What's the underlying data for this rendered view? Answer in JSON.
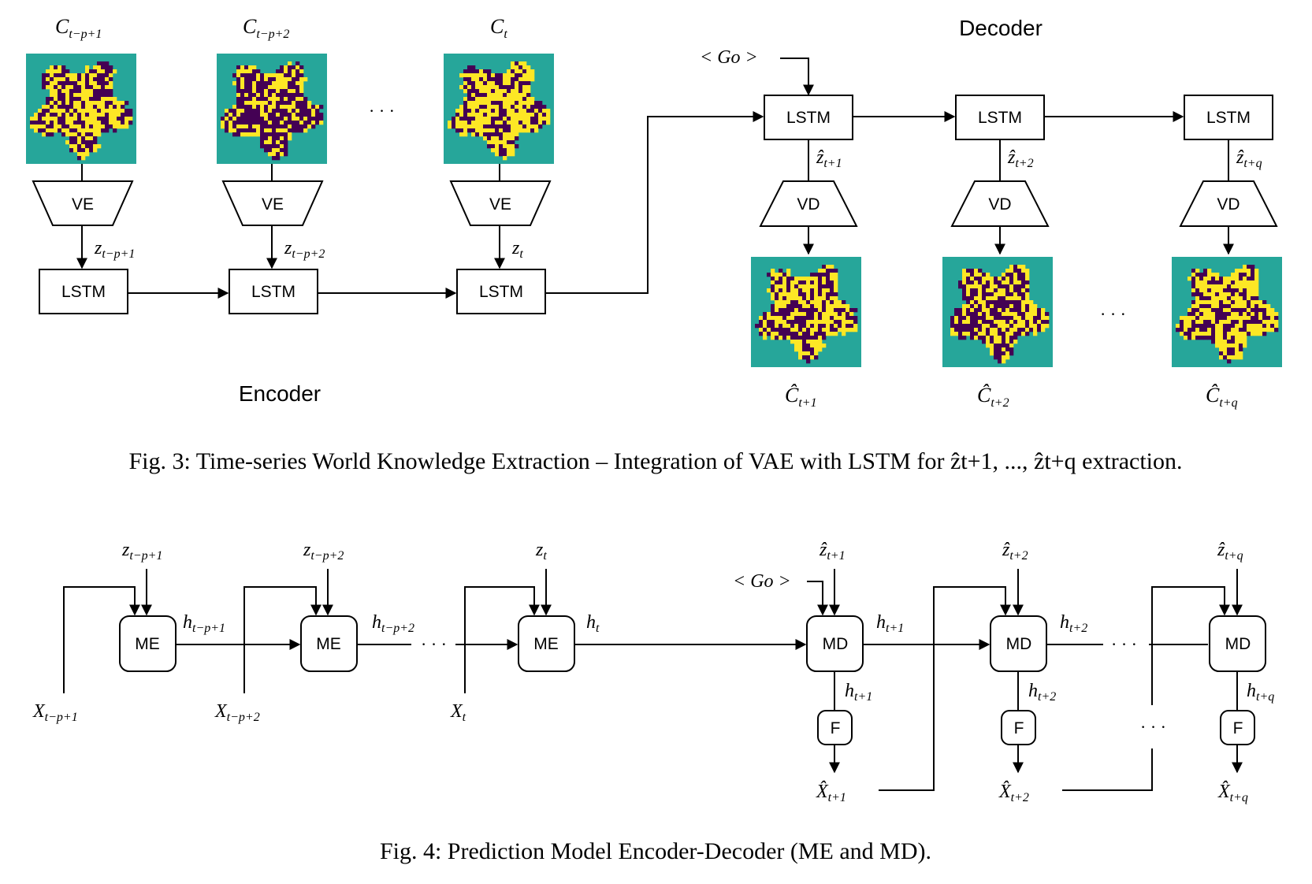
{
  "fig3": {
    "encoder_label": "Encoder",
    "decoder_label": "Decoder",
    "go_token": "< Go >",
    "ellipsis": "· · ·",
    "input_maps": [
      {
        "base": "C",
        "sub": "t−p+1"
      },
      {
        "base": "C",
        "sub": "t−p+2"
      },
      {
        "base": "C",
        "sub": "t"
      }
    ],
    "encoder_blocks": [
      {
        "ve": "VE",
        "z_base": "z",
        "z_sub": "t−p+1",
        "lstm": "LSTM"
      },
      {
        "ve": "VE",
        "z_base": "z",
        "z_sub": "t−p+2",
        "lstm": "LSTM"
      },
      {
        "ve": "VE",
        "z_base": "z",
        "z_sub": "t",
        "lstm": "LSTM"
      }
    ],
    "decoder_blocks": [
      {
        "lstm": "LSTM",
        "z_base": "ẑ",
        "z_sub": "t+1",
        "vd": "VD",
        "c_base": "Ĉ",
        "c_sub": "t+1"
      },
      {
        "lstm": "LSTM",
        "z_base": "ẑ",
        "z_sub": "t+2",
        "vd": "VD",
        "c_base": "Ĉ",
        "c_sub": "t+2"
      },
      {
        "lstm": "LSTM",
        "z_base": "ẑ",
        "z_sub": "t+q",
        "vd": "VD",
        "c_base": "Ĉ",
        "c_sub": "t+q"
      }
    ],
    "caption": "Fig. 3: Time-series World Knowledge Extraction – Integration of VAE with LSTM for ẑt+1, ..., ẑt+q extraction."
  },
  "fig4": {
    "go_token": "< Go >",
    "ellipsis": "· · ·",
    "me_blocks": [
      {
        "label": "ME",
        "z_base": "z",
        "z_sub": "t−p+1",
        "h_base": "h",
        "h_sub": "t−p+1",
        "x_base": "X",
        "x_sub": "t−p+1"
      },
      {
        "label": "ME",
        "z_base": "z",
        "z_sub": "t−p+2",
        "h_base": "h",
        "h_sub": "t−p+2",
        "x_base": "X",
        "x_sub": "t−p+2"
      },
      {
        "label": "ME",
        "z_base": "z",
        "z_sub": "t",
        "h_base": "h",
        "h_sub": "t",
        "x_base": "X",
        "x_sub": "t"
      }
    ],
    "md_blocks": [
      {
        "label": "MD",
        "f": "F",
        "z_base": "ẑ",
        "z_sub": "t+1",
        "h_base": "h",
        "h_sub": "t+1",
        "x_base": "X̂",
        "x_sub": "t+1"
      },
      {
        "label": "MD",
        "f": "F",
        "z_base": "ẑ",
        "z_sub": "t+2",
        "h_base": "h",
        "h_sub": "t+2",
        "x_base": "X̂",
        "x_sub": "t+2"
      },
      {
        "label": "MD",
        "f": "F",
        "z_base": "ẑ",
        "z_sub": "t+q",
        "h_base": "h",
        "h_sub": "t+q",
        "x_base": "X̂",
        "x_sub": "t+q"
      }
    ],
    "caption": "Fig. 4: Prediction Model Encoder-Decoder (ME and MD)."
  },
  "colors": {
    "map_background": "#26a69a",
    "map_purple": "#440154",
    "map_yellow": "#fde725"
  }
}
